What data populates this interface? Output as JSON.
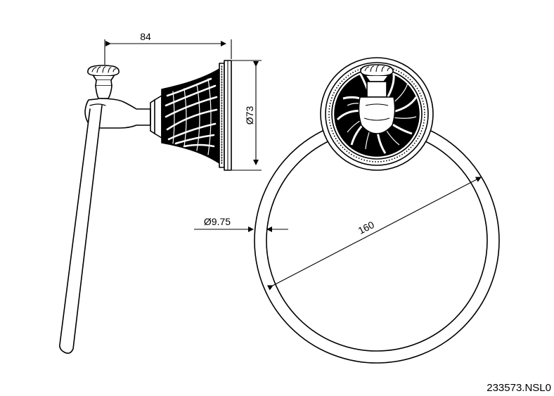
{
  "drawing": {
    "dimensions": {
      "width": "84",
      "base_diameter": "Ø73",
      "bar_diameter": "Ø9.75",
      "ring_diameter": "160"
    },
    "product_code": "233573.NSL0",
    "line_color": "#000000",
    "background_color": "#ffffff"
  }
}
